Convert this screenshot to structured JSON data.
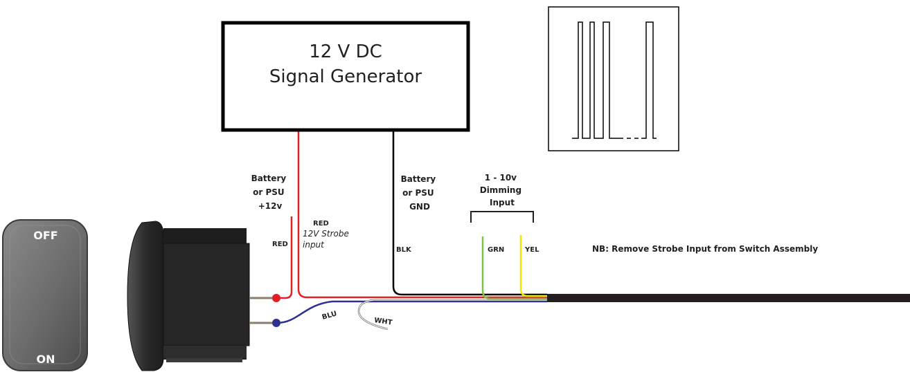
{
  "generator": {
    "line1": "12 V DC",
    "line2": "Signal Generator"
  },
  "switch": {
    "off_label": "OFF",
    "on_label": "ON"
  },
  "labels": {
    "battery_pos": [
      "Battery",
      "or PSU",
      "+12v"
    ],
    "battery_gnd": [
      "Battery",
      "or PSU",
      "GND"
    ],
    "dimming": [
      "1 - 10v",
      "Dimming",
      "Input"
    ],
    "red_left": "RED",
    "red_right": "RED",
    "strobe": [
      "12V Strobe",
      "input"
    ],
    "blk": "BLK",
    "grn": "GRN",
    "yel": "YEL",
    "blu": "BLU",
    "wht": "WHT",
    "note": "NB: Remove Strobe Input from Switch Assembly"
  },
  "colors": {
    "red_wire": "#e31e24",
    "black_wire": "#000000",
    "green_wire": "#7dc242",
    "yellow_wire": "#f2e600",
    "blue_wire": "#2e3192",
    "cable": "#231f20"
  },
  "icons": [
    "rocker-switch-face-icon",
    "rocker-switch-body-icon",
    "pwm-waveform-icon"
  ]
}
